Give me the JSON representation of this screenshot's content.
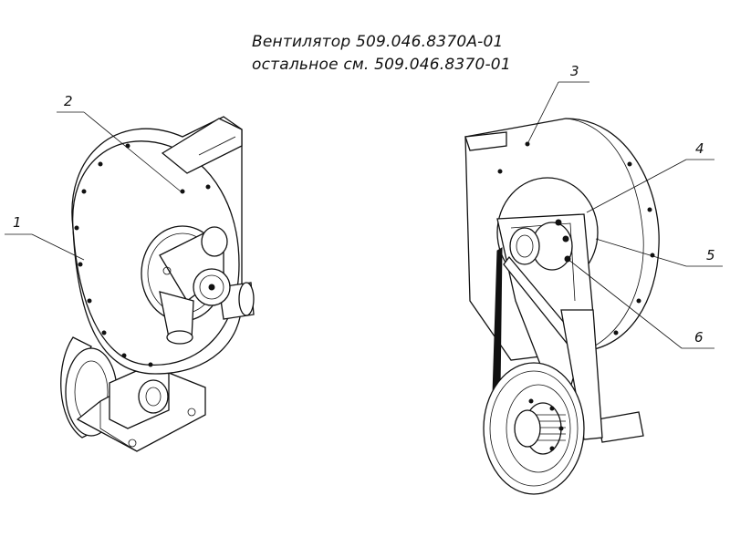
{
  "title": {
    "line1": "Вентилятор 509.046.8370А-01",
    "line2": "остальное см. 509.046.8370-01"
  },
  "callouts": [
    {
      "id": "1",
      "label": "1"
    },
    {
      "id": "2",
      "label": "2"
    },
    {
      "id": "3",
      "label": "3"
    },
    {
      "id": "4",
      "label": "4"
    },
    {
      "id": "5",
      "label": "5"
    },
    {
      "id": "6",
      "label": "6"
    }
  ]
}
